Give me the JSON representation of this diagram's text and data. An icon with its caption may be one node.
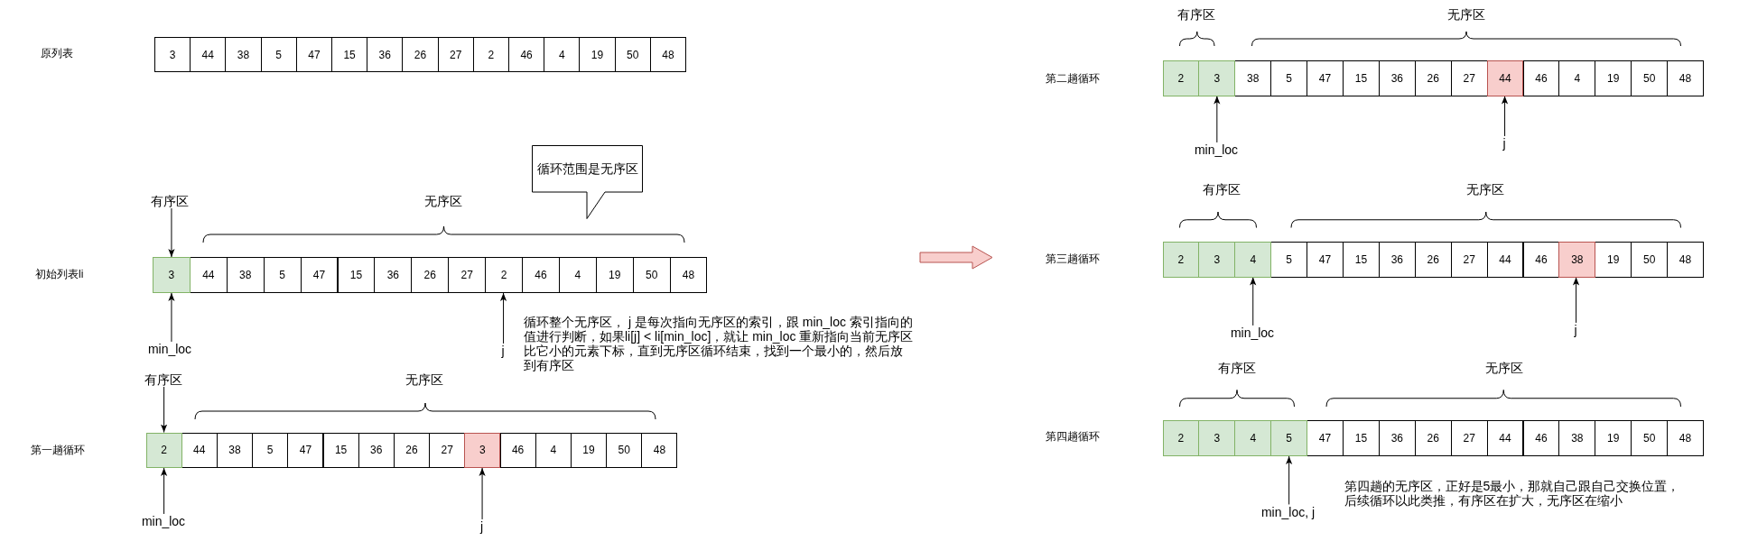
{
  "diagram": {
    "nodes": [
      {
        "text": [
          "3"
        ]
      },
      {
        "text": [
          "44"
        ]
      },
      {
        "text": [
          "38"
        ]
      },
      {
        "text": [
          "5"
        ]
      },
      {
        "text": [
          "47"
        ]
      },
      {
        "text": [
          "15"
        ]
      },
      {
        "text": [
          "36"
        ]
      },
      {
        "text": [
          "26"
        ]
      },
      {
        "text": [
          "27"
        ]
      },
      {
        "text": [
          "2"
        ]
      },
      {
        "text": [
          "46"
        ]
      },
      {
        "text": [
          "4"
        ]
      },
      {
        "text": [
          "19"
        ]
      },
      {
        "text": [
          "50"
        ]
      },
      {
        "text": [
          "48"
        ]
      },
      {
        "text": [
          "循环范围是无序区"
        ]
      },
      {
        "text": [
          "有序区"
        ]
      },
      {
        "text": [
          "3"
        ]
      },
      {
        "text": [
          "44"
        ]
      },
      {
        "text": [
          "38"
        ]
      },
      {
        "text": [
          "5"
        ]
      },
      {
        "text": [
          "47"
        ]
      },
      {
        "text": [
          "15"
        ]
      },
      {
        "text": [
          "36"
        ]
      },
      {
        "text": [
          "26"
        ]
      },
      {
        "text": [
          "27"
        ]
      },
      {
        "text": [
          "2"
        ]
      },
      {
        "text": [
          "46"
        ]
      },
      {
        "text": [
          "4"
        ]
      },
      {
        "text": [
          "19"
        ]
      },
      {
        "text": [
          "50"
        ]
      },
      {
        "text": [
          "48"
        ]
      },
      {
        "text": [
          "min_loc"
        ]
      },
      {
        "text": [
          "j"
        ]
      },
      {
        "text": [
          "有序区"
        ]
      },
      {
        "text": [
          "2"
        ]
      },
      {
        "text": [
          "44"
        ]
      },
      {
        "text": [
          "38"
        ]
      },
      {
        "text": [
          "5"
        ]
      },
      {
        "text": [
          "47"
        ]
      },
      {
        "text": [
          "15"
        ]
      },
      {
        "text": [
          "36"
        ]
      },
      {
        "text": [
          "26"
        ]
      },
      {
        "text": [
          "27"
        ]
      },
      {
        "text": [
          "3"
        ]
      },
      {
        "text": [
          "46"
        ]
      },
      {
        "text": [
          "4"
        ]
      },
      {
        "text": [
          "19"
        ]
      },
      {
        "text": [
          "50"
        ]
      },
      {
        "text": [
          "48"
        ]
      },
      {
        "text": [
          "min_loc"
        ]
      },
      {
        "text": [
          "j"
        ]
      },
      {
        "text": [
          "2"
        ]
      },
      {
        "text": [
          "3"
        ]
      },
      {
        "text": [
          "38"
        ]
      },
      {
        "text": [
          "5"
        ]
      },
      {
        "text": [
          "47"
        ]
      },
      {
        "text": [
          "15"
        ]
      },
      {
        "text": [
          "36"
        ]
      },
      {
        "text": [
          "26"
        ]
      },
      {
        "text": [
          "27"
        ]
      },
      {
        "text": [
          "44"
        ]
      },
      {
        "text": [
          "46"
        ]
      },
      {
        "text": [
          "4"
        ]
      },
      {
        "text": [
          "19"
        ]
      },
      {
        "text": [
          "50"
        ]
      },
      {
        "text": [
          "48"
        ]
      },
      {
        "text": [
          "min_loc"
        ]
      },
      {
        "text": [
          "j"
        ]
      },
      {
        "text": [
          "2"
        ]
      },
      {
        "text": [
          "3"
        ]
      },
      {
        "text": [
          "4"
        ]
      },
      {
        "text": [
          "5"
        ]
      },
      {
        "text": [
          "47"
        ]
      },
      {
        "text": [
          "15"
        ]
      },
      {
        "text": [
          "36"
        ]
      },
      {
        "text": [
          "26"
        ]
      },
      {
        "text": [
          "27"
        ]
      },
      {
        "text": [
          "44"
        ]
      },
      {
        "text": [
          "46"
        ]
      },
      {
        "text": [
          "38"
        ]
      },
      {
        "text": [
          "19"
        ]
      },
      {
        "text": [
          "50"
        ]
      },
      {
        "text": [
          "48"
        ]
      },
      {
        "text": [
          "min_loc"
        ]
      },
      {
        "text": [
          "j"
        ]
      },
      {
        "text": [
          "2"
        ]
      },
      {
        "text": [
          "3"
        ]
      },
      {
        "text": [
          "4"
        ]
      },
      {
        "text": [
          "5"
        ]
      },
      {
        "text": [
          "47"
        ]
      },
      {
        "text": [
          "15"
        ]
      },
      {
        "text": [
          "36"
        ]
      },
      {
        "text": [
          "26"
        ]
      },
      {
        "text": [
          "27"
        ]
      },
      {
        "text": [
          "44"
        ]
      },
      {
        "text": [
          "46"
        ]
      },
      {
        "text": [
          "38"
        ]
      },
      {
        "text": [
          "19"
        ]
      },
      {
        "text": [
          "50"
        ]
      },
      {
        "text": [
          "48"
        ]
      },
      {
        "text": [
          "min_loc, j"
        ]
      }
    ],
    "edges": [
      {
        "from": 16,
        "to": 17,
        "arrow": "to"
      },
      {
        "from": 32,
        "to": 17,
        "arrow": "to"
      },
      {
        "from": 33,
        "to": 26,
        "arrow": "to"
      },
      {
        "from": 34,
        "to": 35,
        "arrow": "to"
      },
      {
        "from": 50,
        "to": 35,
        "arrow": "to"
      },
      {
        "from": 51,
        "to": 44,
        "arrow": "to"
      },
      {
        "from": 67,
        "to": 53,
        "arrow": "to"
      },
      {
        "from": 68,
        "to": 61,
        "arrow": "to"
      },
      {
        "from": 84,
        "to": 71,
        "arrow": "to"
      },
      {
        "from": 85,
        "to": 80,
        "arrow": "to"
      },
      {
        "from": 101,
        "to": 89,
        "arrow": "to"
      }
    ],
    "labels": [
      "原列表",
      "无序区",
      "初始列表li",
      "循环整个无序区， j 是每次指向无序区的索引，跟 min_loc 索引指向的值进行判断，如果li[j] < li[min_loc]，就让 min_loc 重新指向当前无序区比它小的元素下标，直到无序区循环结束，找到一个最小的，然后放到有序区",
      "无序区",
      "第一趟循环",
      "有序区",
      "无序区",
      "第二趟循环",
      "有序区",
      "无序区",
      "第三趟循环",
      "有序区",
      "无序区",
      "第四趟循环",
      "第四趟的无序区，正好是5最小，那就自己跟自己交换位置，后续循环以此类推，有序区在扩大，无序区在缩小"
    ]
  }
}
